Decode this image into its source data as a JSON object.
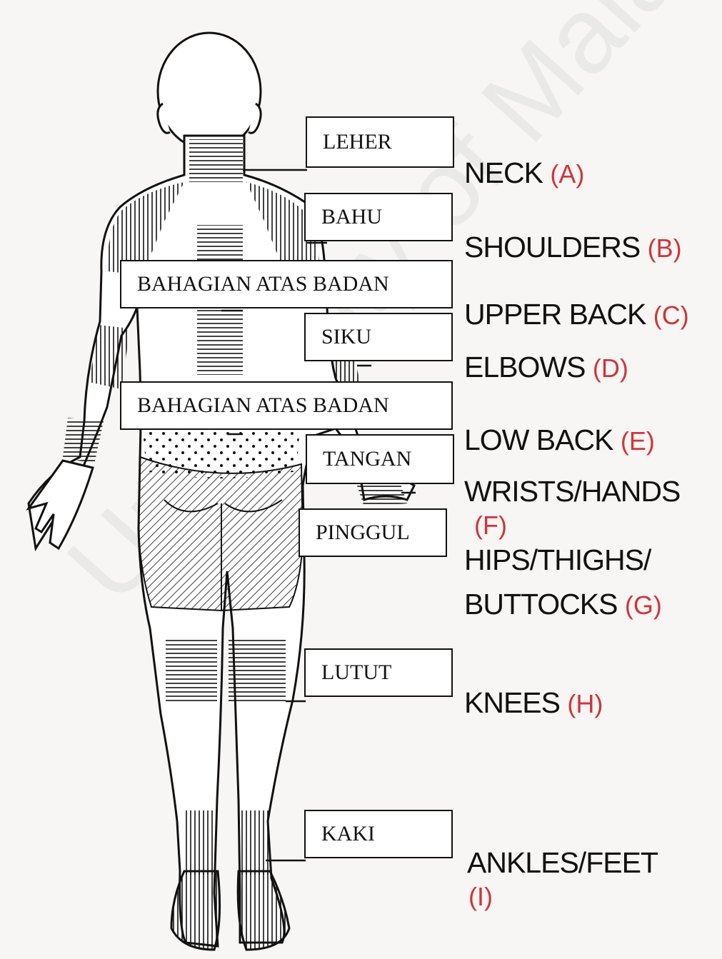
{
  "watermark": "University of Malaya",
  "regions": [
    {
      "id": "neck",
      "malay": "LEHER",
      "english": "NECK",
      "code": "(A)"
    },
    {
      "id": "shoulders",
      "malay": "BAHU",
      "english": "SHOULDERS",
      "code": "(B)"
    },
    {
      "id": "upper-back",
      "malay": "BAHAGIAN ATAS BADAN",
      "english": "UPPER BACK",
      "code": "(C)"
    },
    {
      "id": "elbows",
      "malay": "SIKU",
      "english": "ELBOWS",
      "code": "(D)"
    },
    {
      "id": "low-back",
      "malay": "BAHAGIAN ATAS BADAN",
      "english": "LOW BACK",
      "code": "(E)"
    },
    {
      "id": "wrists-hands",
      "malay": "TANGAN",
      "english": "WRISTS/HANDS",
      "code": "(F)"
    },
    {
      "id": "hips",
      "malay": "PINGGUL",
      "english_line1": "HIPS/THIGHS/",
      "english_line2": "BUTTOCKS",
      "code": "(G)"
    },
    {
      "id": "knees",
      "malay": "LUTUT",
      "english": "KNEES",
      "code": "(H)"
    },
    {
      "id": "ankles-feet",
      "malay": "KAKI",
      "english": "ANKLES/FEET",
      "code": "(I)"
    }
  ]
}
